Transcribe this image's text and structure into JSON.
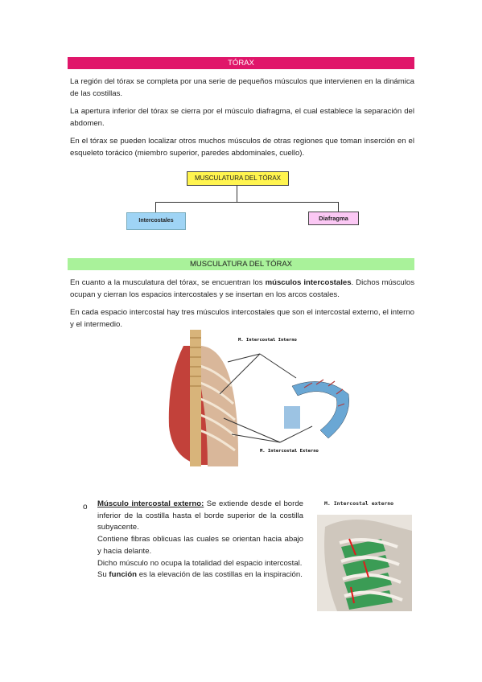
{
  "section1": {
    "title": "TÓRAX",
    "p1": "La región del tórax se completa por una serie de pequeños músculos que intervienen en la dinámica de las costillas.",
    "p2": "La apertura inferior del tórax se cierra por el músculo diafragma, el cual establece la separación del abdomen.",
    "p3": "En el tórax se pueden localizar otros muchos músculos de otras regiones que toman inserción en el esqueleto torácico (miembro superior, paredes abdominales, cuello)."
  },
  "diagram": {
    "root": "MUSCULATURA DEL TÓRAX",
    "left": "Intercostales",
    "right": "Diafragma",
    "colors": {
      "root": "#fff44f",
      "left": "#9fd4f5",
      "right": "#fbc8f4"
    }
  },
  "section2": {
    "title": "MUSCULATURA DEL TÓRAX",
    "p1_pre": "En cuanto a la musculatura del tórax, se encuentran los ",
    "p1_bold": "músculos intercostales",
    "p1_post": ". Dichos músculos ocupan y cierran los espacios intercostales y se insertan en los arcos costales.",
    "p2": "En cada espacio intercostal hay tres músculos intercostales que son el intercostal externo, el interno y el intermedio."
  },
  "figure1": {
    "label_internal": "M. Intercostal Interno",
    "label_external": "M. Intercostal Externo"
  },
  "bullet": {
    "marker": "o",
    "heading": "Músculo intercostal externo:",
    "t1": " Se extiende desde el borde inferior de la costilla hasta el borde superior de la costilla subyacente.",
    "t2": "Contiene fibras oblicuas las cuales se orientan hacia abajo y hacia delante.",
    "t3": "Dicho músculo no ocupa la totalidad del espacio intercostal.",
    "t4_pre": "Su ",
    "t4_bold": "función",
    "t4_post": " es la elevación de las costillas en la inspiración."
  },
  "figure2": {
    "label": "M. Intercostal externo"
  }
}
